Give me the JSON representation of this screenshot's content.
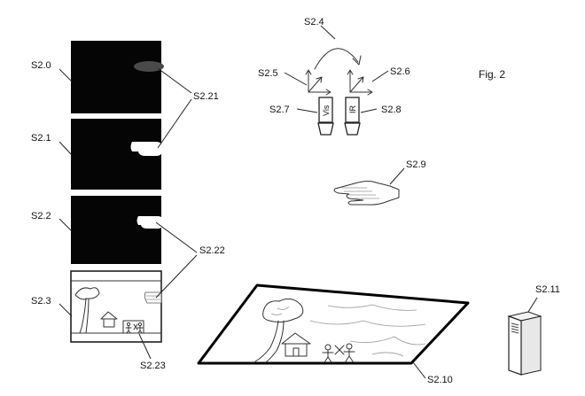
{
  "figure": {
    "title": "Fig. 2",
    "labels": {
      "s2_0": "S2.0",
      "s2_1": "S2.1",
      "s2_2": "S2.2",
      "s2_3": "S2.3",
      "s2_4": "S2.4",
      "s2_5": "S2.5",
      "s2_6": "S2.6",
      "s2_7": "S2.7",
      "s2_8": "S2.8",
      "s2_9": "S2.9",
      "s2_10": "S2.10",
      "s2_11": "S2.11",
      "s2_21": "S2.21",
      "s2_22": "S2.22",
      "s2_23": "S2.23"
    },
    "cameras": {
      "visible": "Vis",
      "infrared": "IR"
    }
  }
}
